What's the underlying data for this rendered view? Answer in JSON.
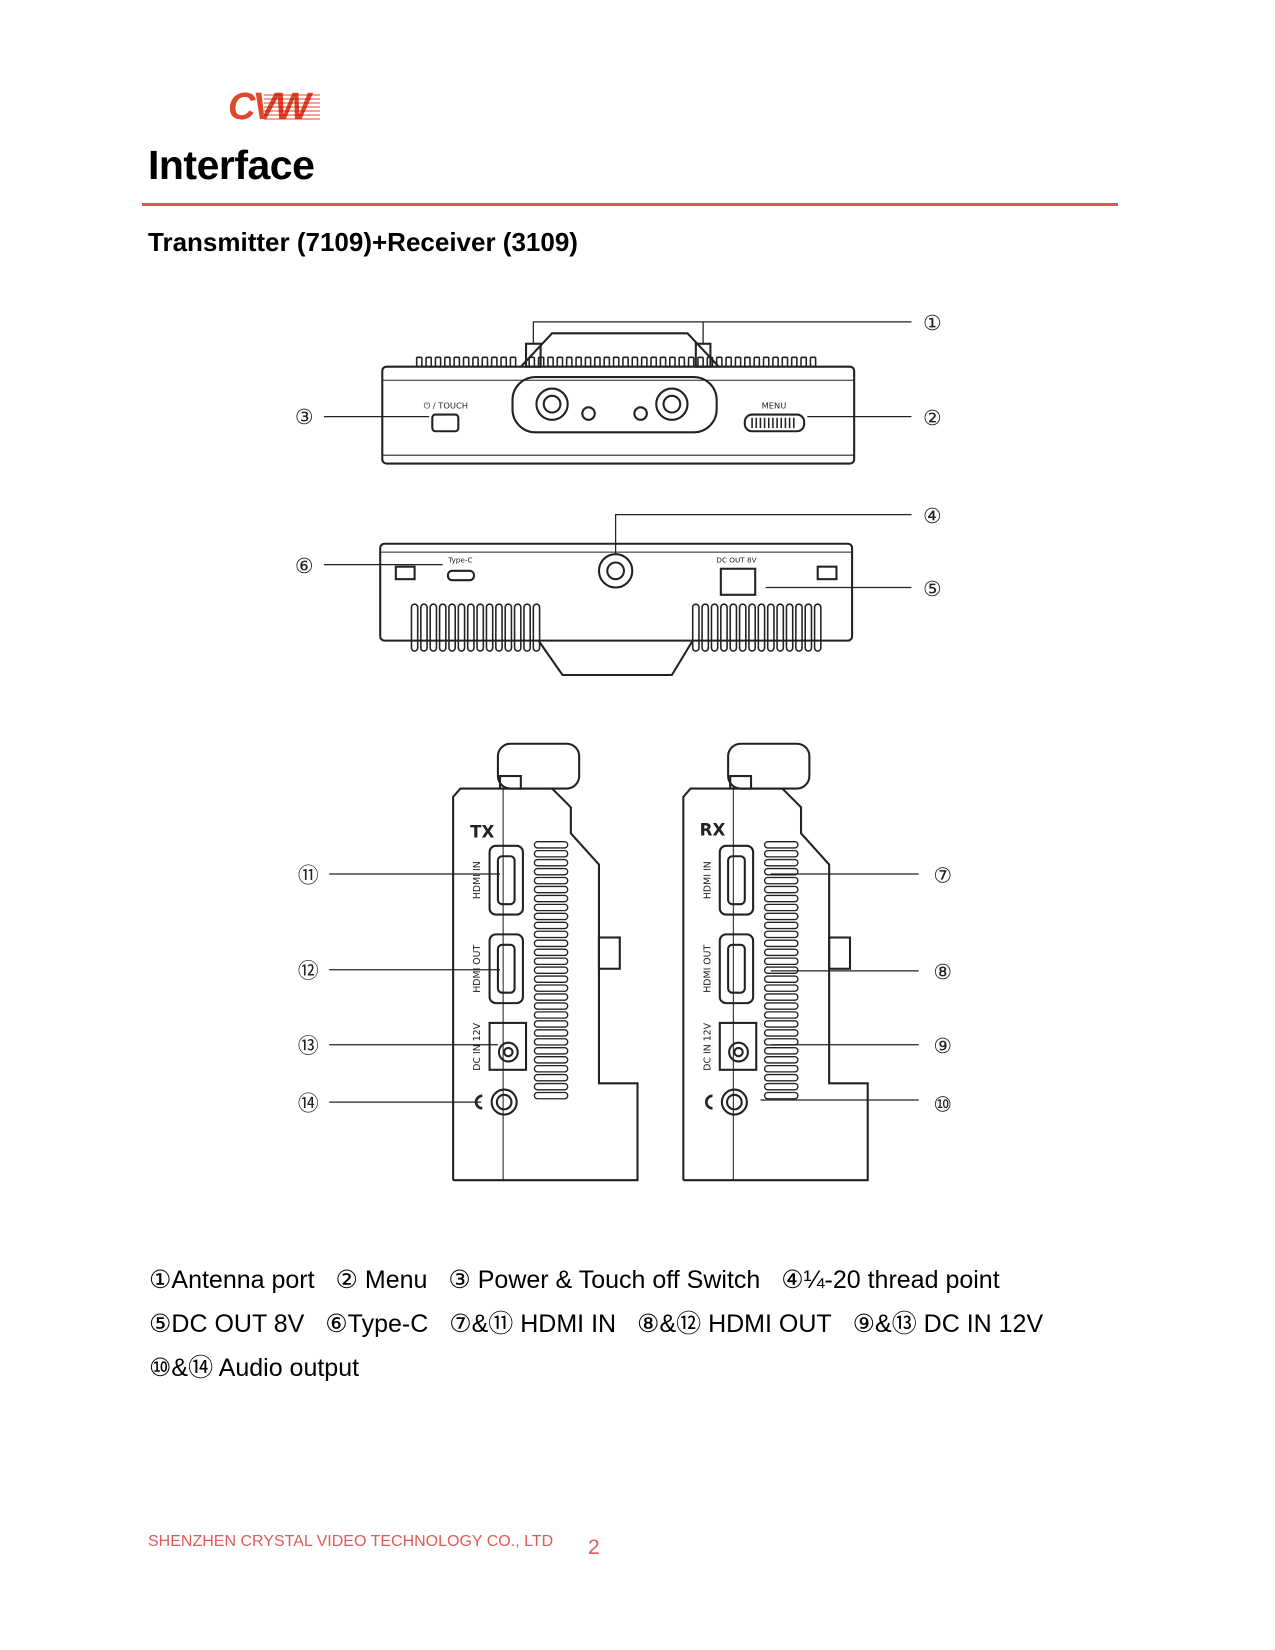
{
  "header": {
    "logo_text": "CVW",
    "title": "Interface",
    "subtitle": "Transmitter (7109)+Receiver (3109)",
    "accent_color": "#e05555"
  },
  "diagram": {
    "top_view": {
      "touch_label": "⏻ / TOUCH",
      "menu_label": "MENU"
    },
    "bottom_view": {
      "typec_label": "Type-C",
      "dcout_label": "DC OUT 8V"
    },
    "tx": {
      "unit_label": "TX",
      "hdmi_in": "HDMI IN",
      "hdmi_out": "HDMI OUT",
      "dc_in": "DC IN 12V"
    },
    "rx": {
      "unit_label": "RX",
      "hdmi_in": "HDMI IN",
      "hdmi_out": "HDMI OUT",
      "dc_in": "DC IN 12V"
    },
    "callouts": {
      "c1": "①",
      "c2": "②",
      "c3": "③",
      "c4": "④",
      "c5": "⑤",
      "c6": "⑥",
      "c7": "⑦",
      "c8": "⑧",
      "c9": "⑨",
      "c10": "⑩",
      "c11": "⑪",
      "c12": "⑫",
      "c13": "⑬",
      "c14": "⑭"
    }
  },
  "legend": [
    "①Antenna port",
    "② Menu",
    "③ Power & Touch off Switch",
    "④¼-20 thread point",
    "⑤DC OUT 8V",
    "⑥Type-C",
    "⑦&⑪ HDMI IN",
    "⑧&⑫ HDMI OUT",
    "⑨&⑬ DC IN 12V",
    "⑩&⑭ Audio output"
  ],
  "footer": {
    "company": "SHENZHEN CRYSTAL VIDEO TECHNOLOGY CO., LTD",
    "page_number": "2"
  }
}
